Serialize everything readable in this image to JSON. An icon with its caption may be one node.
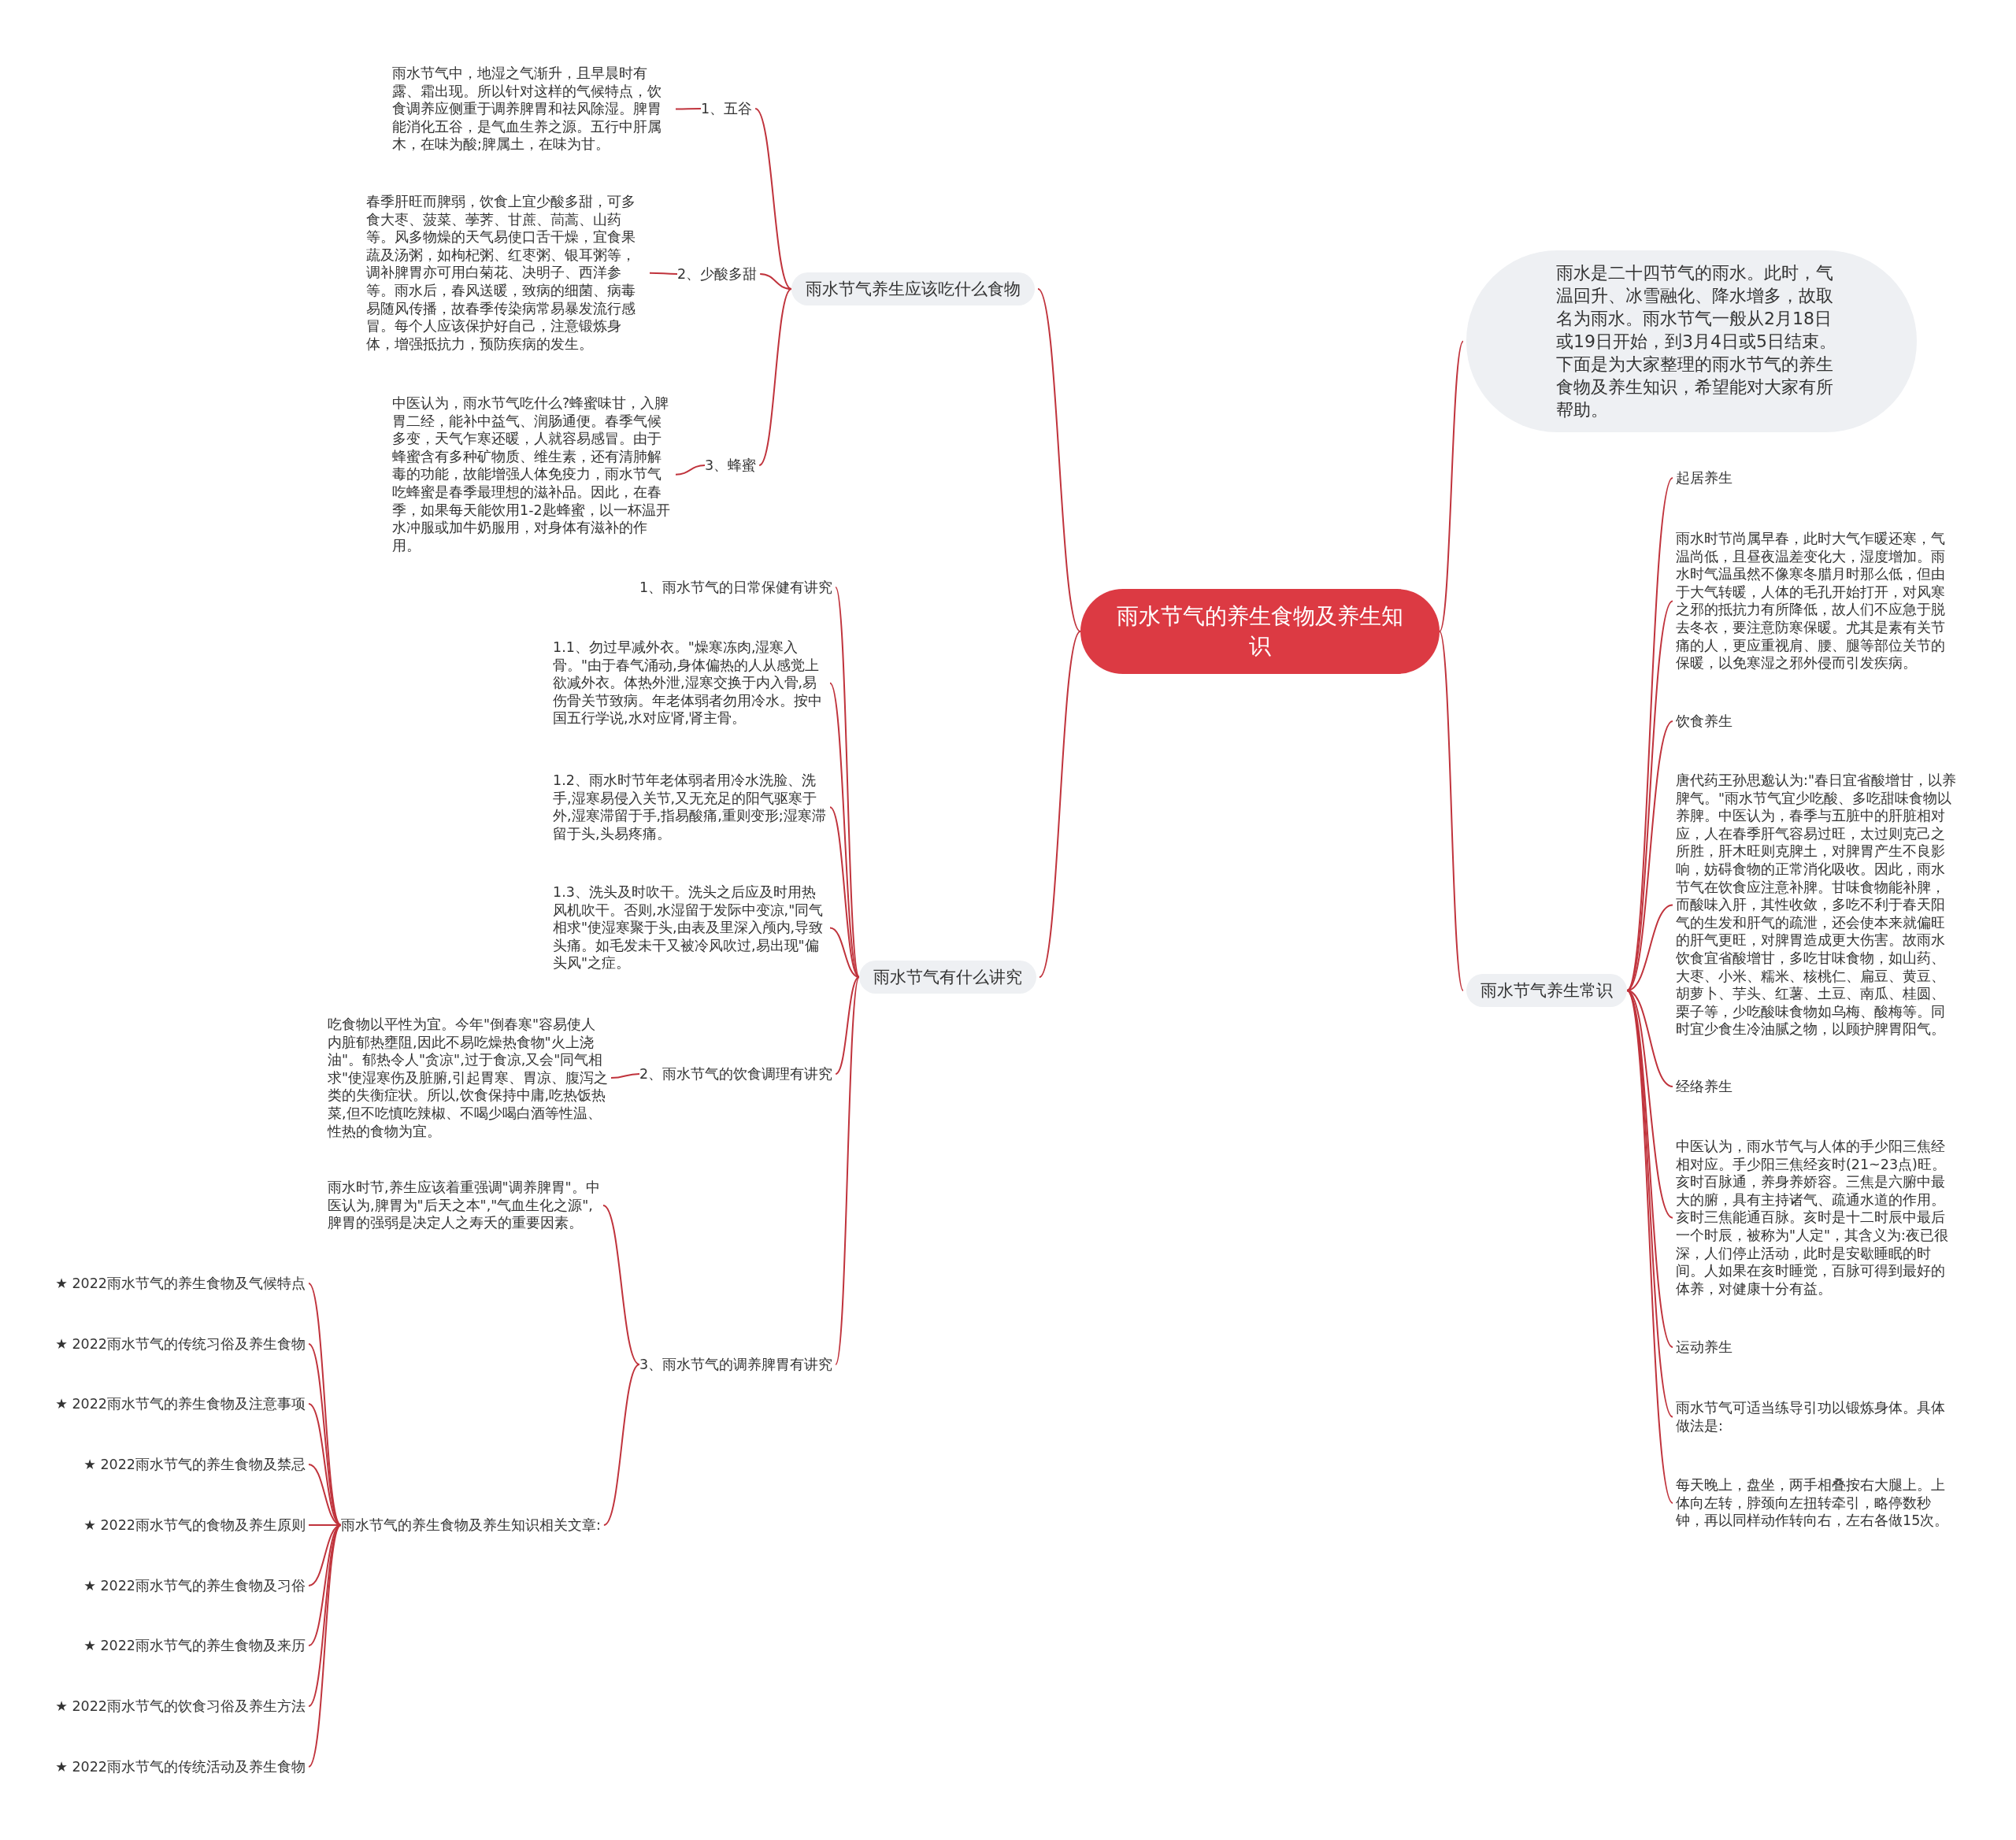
{
  "diagram": {
    "nodes": [
      {
        "text": [
          "雨水节气的养生食物及养生知识"
        ]
      },
      {
        "text": [
          "雨水是二十四节气的雨水。此时，气温回升、冰雪融化、降水增多，故取名为雨水。雨水节气一般从2月18日或19日开始，到3月4日或5日结束。下面是为大家整理的雨水节气的养生食物及养生知识，希望能对大家有所帮助。"
        ]
      },
      {
        "text": [
          "雨水节气养生应该吃什么食物"
        ]
      },
      {
        "text": [
          "1、五谷"
        ]
      },
      {
        "text": [
          "雨水节气中，地湿之气渐升，且早晨时有露、霜出现。所以针对这样的气候特点，饮食调养应侧重于调养脾胃和祛风除湿。脾胃能消化五谷，是气血生养之源。五行中肝属木，在味为酸;脾属土，在味为甘。"
        ]
      },
      {
        "text": [
          "2、少酸多甜"
        ]
      },
      {
        "text": [
          "春季肝旺而脾弱，饮食上宜少酸多甜，可多食大枣、菠菜、荸荠、甘蔗、茼蒿、山药等。风多物燥的天气易使口舌干燥，宜食果蔬及汤粥，如枸杞粥、红枣粥、银耳粥等，调补脾胃亦可用白菊花、决明子、西洋参等。雨水后，春风送暖，致病的细菌、病毒易随风传播，故春季传染病常易暴发流行感冒。每个人应该保护好自己，注意锻炼身体，增强抵抗力，预防疾病的发生。"
        ]
      },
      {
        "text": [
          "3、蜂蜜"
        ]
      },
      {
        "text": [
          "中医认为，雨水节气吃什么?蜂蜜味甘，入脾胃二经，能补中益气、润肠通便。春季气候多变，天气乍寒还暖，人就容易感冒。由于蜂蜜含有多种矿物质、维生素，还有清肺解毒的功能，故能增强人体免疫力，雨水节气吃蜂蜜是春季最理想的滋补品。因此，在春季，如果每天能饮用1-2匙蜂蜜，以一杯温开水冲服或加牛奶服用，对身体有滋补的作用。"
        ]
      },
      {
        "text": [
          "雨水节气有什么讲究"
        ]
      },
      {
        "text": [
          "1、雨水节气的日常保健有讲究"
        ]
      },
      {
        "text": [
          "1.1、勿过早减外衣。\"燥寒冻肉,湿寒入骨。\"由于春气涌动,身体偏热的人从感觉上欲减外衣。体热外泄,湿寒交换于内入骨,易伤骨关节致病。年老体弱者勿用冷水。按中国五行学说,水对应肾,肾主骨。"
        ]
      },
      {
        "text": [
          "1.2、雨水时节年老体弱者用冷水洗脸、洗手,湿寒易侵入关节,又无充足的阳气驱寒于外,湿寒滞留于手,指易酸痛,重则变形;湿寒滞留于头,头易疼痛。"
        ]
      },
      {
        "text": [
          "1.3、洗头及时吹干。洗头之后应及时用热风机吹干。否则,水湿留于发际中变凉,\"同气相求\"使湿寒聚于头,由表及里深入颅内,导致头痛。如毛发未干又被冷风吹过,易出现\"偏头风\"之症。"
        ]
      },
      {
        "text": [
          "2、雨水节气的饮食调理有讲究"
        ]
      },
      {
        "text": [
          "吃食物以平性为宜。今年\"倒春寒\"容易使人内脏郁热壅阻,因此不易吃燥热食物\"火上浇油\"。郁热令人\"贪凉\",过于食凉,又会\"同气相求\"使湿寒伤及脏腑,引起胃寒、胃凉、腹泻之类的失衡症状。所以,饮食保持中庸,吃热饭热菜,但不吃慎吃辣椒、不喝少喝白酒等性温、性热的食物为宜。"
        ]
      },
      {
        "text": [
          "3、雨水节气的调养脾胃有讲究"
        ]
      },
      {
        "text": [
          "雨水时节,养生应该着重强调\"调养脾胃\"。中医认为,脾胃为\"后天之本\",\"气血生化之源\",脾胃的强弱是决定人之寿夭的重要因素。"
        ]
      },
      {
        "text": [
          "雨水节气的养生食物及养生知识相关文章:"
        ]
      },
      {
        "text": [
          "★ 2022雨水节气的养生食物及气候特点"
        ]
      },
      {
        "text": [
          "★ 2022雨水节气的传统习俗及养生食物"
        ]
      },
      {
        "text": [
          "★ 2022雨水节气的养生食物及注意事项"
        ]
      },
      {
        "text": [
          "★ 2022雨水节气的养生食物及禁忌"
        ]
      },
      {
        "text": [
          "★ 2022雨水节气的食物及养生原则"
        ]
      },
      {
        "text": [
          "★ 2022雨水节气的养生食物及习俗"
        ]
      },
      {
        "text": [
          "★ 2022雨水节气的养生食物及来历"
        ]
      },
      {
        "text": [
          "★ 2022雨水节气的饮食习俗及养生方法"
        ]
      },
      {
        "text": [
          "★ 2022雨水节气的传统活动及养生食物"
        ]
      },
      {
        "text": [
          "雨水节气养生常识"
        ]
      },
      {
        "text": [
          "起居养生"
        ]
      },
      {
        "text": [
          "雨水时节尚属早春，此时大气乍暖还寒，气温尚低，且昼夜温差变化大，湿度增加。雨水时气温虽然不像寒冬腊月时那么低，但由于大气转暖，人体的毛孔开始打开，对风寒之邪的抵抗力有所降低，故人们不应急于脱去冬衣，要注意防寒保暖。尤其是素有关节痛的人，更应重视肩、腰、腿等部位关节的保暖，以免寒湿之邪外侵而引发疾病。"
        ]
      },
      {
        "text": [
          "饮食养生"
        ]
      },
      {
        "text": [
          "唐代药王孙思邈认为:\"春日宜省酸增甘，以养脾气。\"雨水节气宜少吃酸、多吃甜味食物以养脾。中医认为，春季与五脏中的肝脏相对应，人在春季肝气容易过旺，太过则克己之所胜，肝木旺则克脾土，对脾胃产生不良影响，妨碍食物的正常消化吸收。因此，雨水节气在饮食应注意补脾。甘味食物能补脾，而酸味入肝，其性收敛，多吃不利于春天阳气的生发和肝气的疏泄，还会使本来就偏旺的肝气更旺，对脾胃造成更大伤害。故雨水饮食宜省酸增甘，多吃甘味食物，如山药、大枣、小米、糯米、核桃仁、扁豆、黄豆、胡萝卜、芋头、红薯、土豆、南瓜、桂圆、栗子等，少吃酸味食物如乌梅、酸梅等。同时宜少食生冷油腻之物，以顾护脾胃阳气。"
        ]
      },
      {
        "text": [
          "经络养生"
        ]
      },
      {
        "text": [
          "中医认为，雨水节气与人体的手少阳三焦经相对应。手少阳三焦经亥时(21~23点)旺。亥时百脉通，养身养娇容。三焦是六腑中最大的腑，具有主持诸气、疏通水道的作用。亥时三焦能通百脉。亥时是十二时辰中最后一个时辰，被称为\"人定\"，其含义为:夜已很深，人们停止活动，此时是安歇睡眠的时间。人如果在亥时睡觉，百脉可得到最好的体养，对健康十分有益。"
        ]
      },
      {
        "text": [
          "运动养生"
        ]
      },
      {
        "text": [
          "雨水节气可适当练导引功以锻炼身体。具体做法是:"
        ]
      },
      {
        "text": [
          "每天晚上，盘坐，两手相叠按右大腿上。上体向左转，脖颈向左扭转牵引，略停数秒钟，再以同样动作转向右，左右各做15次。"
        ]
      }
    ],
    "edges": [
      {
        "from": 0,
        "to": 1,
        "arrow": "none"
      },
      {
        "from": 0,
        "to": 2,
        "arrow": "none"
      },
      {
        "from": 0,
        "to": 9,
        "arrow": "none"
      },
      {
        "from": 0,
        "to": 28,
        "arrow": "none"
      },
      {
        "from": 2,
        "to": 3,
        "arrow": "none"
      },
      {
        "from": 2,
        "to": 5,
        "arrow": "none"
      },
      {
        "from": 2,
        "to": 7,
        "arrow": "none"
      },
      {
        "from": 3,
        "to": 4,
        "arrow": "none"
      },
      {
        "from": 5,
        "to": 6,
        "arrow": "none"
      },
      {
        "from": 7,
        "to": 8,
        "arrow": "none"
      },
      {
        "from": 9,
        "to": 10,
        "arrow": "none"
      },
      {
        "from": 9,
        "to": 11,
        "arrow": "none"
      },
      {
        "from": 9,
        "to": 12,
        "arrow": "none"
      },
      {
        "from": 9,
        "to": 13,
        "arrow": "none"
      },
      {
        "from": 9,
        "to": 14,
        "arrow": "none"
      },
      {
        "from": 9,
        "to": 16,
        "arrow": "none"
      },
      {
        "from": 14,
        "to": 15,
        "arrow": "none"
      },
      {
        "from": 16,
        "to": 17,
        "arrow": "none"
      },
      {
        "from": 16,
        "to": 18,
        "arrow": "none"
      },
      {
        "from": 18,
        "to": 19,
        "arrow": "none"
      },
      {
        "from": 18,
        "to": 20,
        "arrow": "none"
      },
      {
        "from": 18,
        "to": 21,
        "arrow": "none"
      },
      {
        "from": 18,
        "to": 22,
        "arrow": "none"
      },
      {
        "from": 18,
        "to": 23,
        "arrow": "none"
      },
      {
        "from": 18,
        "to": 24,
        "arrow": "none"
      },
      {
        "from": 18,
        "to": 25,
        "arrow": "none"
      },
      {
        "from": 18,
        "to": 26,
        "arrow": "none"
      },
      {
        "from": 18,
        "to": 27,
        "arrow": "none"
      },
      {
        "from": 28,
        "to": 29,
        "arrow": "none"
      },
      {
        "from": 28,
        "to": 30,
        "arrow": "none"
      },
      {
        "from": 28,
        "to": 31,
        "arrow": "none"
      },
      {
        "from": 28,
        "to": 32,
        "arrow": "none"
      },
      {
        "from": 28,
        "to": 33,
        "arrow": "none"
      },
      {
        "from": 28,
        "to": 34,
        "arrow": "none"
      },
      {
        "from": 28,
        "to": 35,
        "arrow": "none"
      },
      {
        "from": 28,
        "to": 36,
        "arrow": "none"
      },
      {
        "from": 28,
        "to": 37,
        "arrow": "none"
      }
    ]
  }
}
